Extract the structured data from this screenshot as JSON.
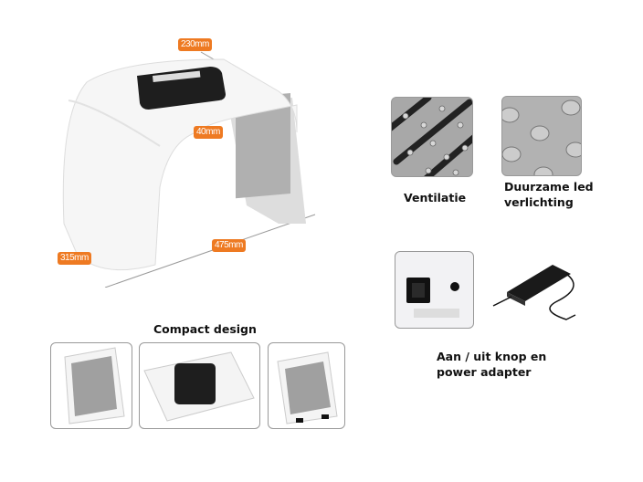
{
  "main_product": {
    "dimensions": {
      "depth": "230mm",
      "thickness": "40mm",
      "height": "315mm",
      "width": "475mm"
    }
  },
  "features": [
    {
      "caption": "Ventilatie"
    },
    {
      "caption_line1": "Duurzame led",
      "caption_line2": "verlichting"
    },
    {
      "caption_line1": "Aan / uit knop en",
      "caption_line2": "power adapter"
    }
  ],
  "compact": {
    "caption": "Compact design"
  },
  "colors": {
    "accent": "#ee7a22",
    "panel": "#1e1e1e",
    "led": "#9a9a9a"
  }
}
